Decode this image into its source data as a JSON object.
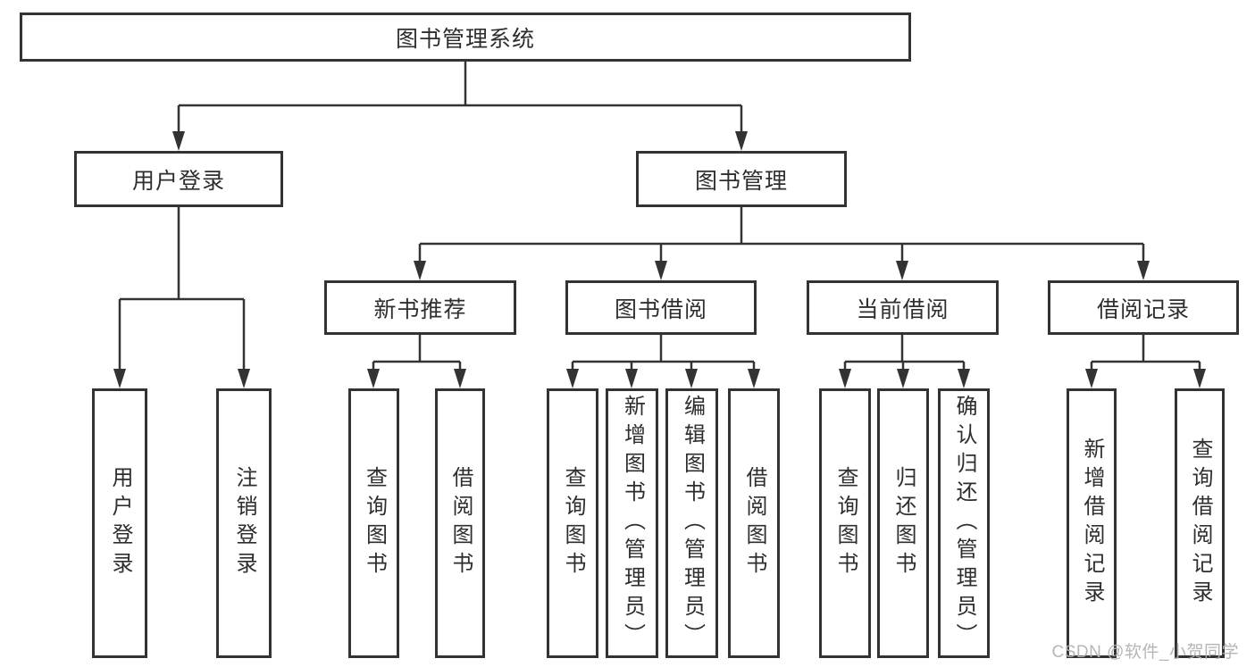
{
  "tree": {
    "root": {
      "label": "图书管理系统"
    },
    "children": [
      {
        "label": "用户登录",
        "children": [
          {
            "label": "用户登录"
          },
          {
            "label": "注销登录"
          }
        ]
      },
      {
        "label": "图书管理",
        "children": [
          {
            "label": "新书推荐",
            "children": [
              {
                "label": "查询图书"
              },
              {
                "label": "借阅图书"
              }
            ]
          },
          {
            "label": "图书借阅",
            "children": [
              {
                "label": "查询图书"
              },
              {
                "label": "新增图书（管理员）"
              },
              {
                "label": "编辑图书（管理员）"
              },
              {
                "label": "借阅图书"
              }
            ]
          },
          {
            "label": "当前借阅",
            "children": [
              {
                "label": "查询图书"
              },
              {
                "label": "归还图书"
              },
              {
                "label": "确认归还（管理员）"
              }
            ]
          },
          {
            "label": "借阅记录",
            "children": [
              {
                "label": "新增借阅记录"
              },
              {
                "label": "查询借阅记录"
              }
            ]
          }
        ]
      }
    ]
  },
  "watermark": {
    "text": "CSDN @软件_小贺同学"
  },
  "colors": {
    "line": "#333333",
    "box_border": "#333333",
    "text": "#2e2e2e",
    "background": "#ffffff",
    "watermark": "#b0b2b4"
  }
}
